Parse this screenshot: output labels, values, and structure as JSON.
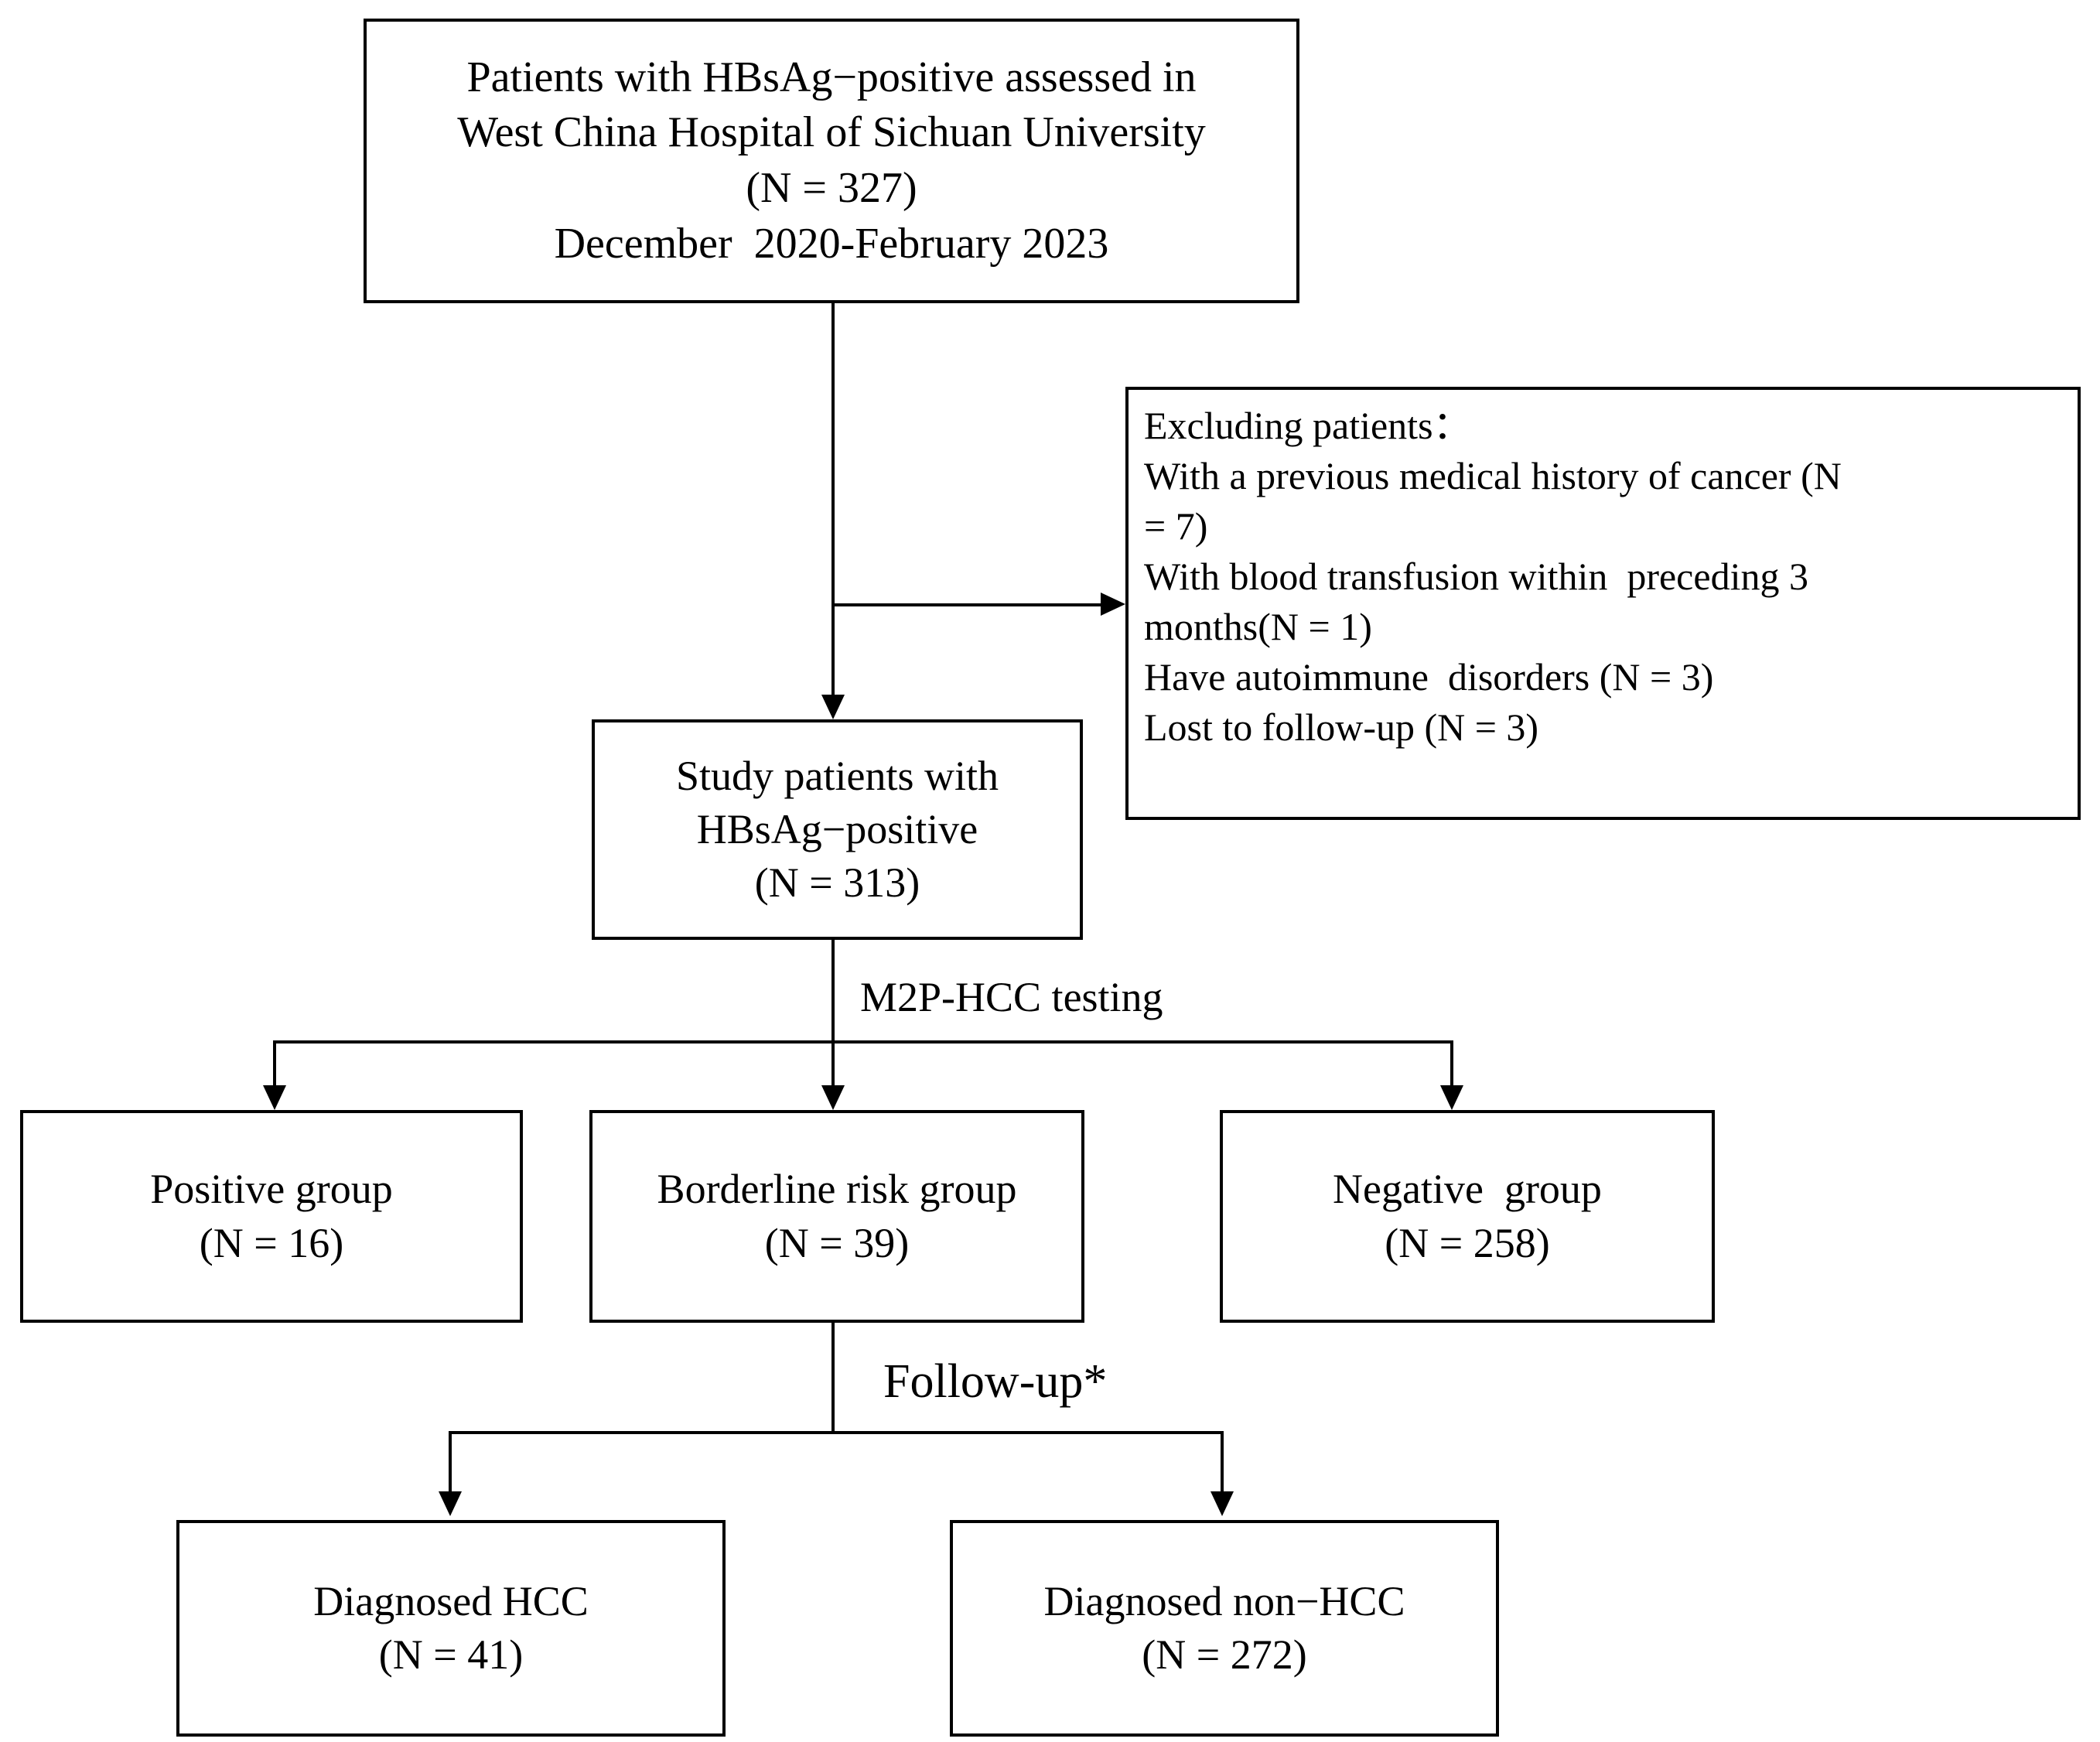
{
  "diagram": {
    "type": "flowchart",
    "title": "Patient enrollment and M2P-HCC testing flow",
    "nodes": {
      "enrolled": {
        "lines": [
          "Patients with HBsAg−positive assessed in",
          "West China Hospital of Sichuan University",
          "(N = 327)",
          "December  2020-February 2023"
        ]
      },
      "excluded": {
        "lines": [
          "Excluding patients：",
          "With a previous medical history of cancer (N",
          "= 7)",
          "With blood transfusion within  preceding 3",
          "months(N = 1)",
          "Have autoimmune  disorders (N = 3)",
          "Lost to follow-up (N = 3)"
        ]
      },
      "study": {
        "lines": [
          "Study patients with",
          "HBsAg−positive",
          "(N = 313)"
        ]
      },
      "positive_group": {
        "lines": [
          "Positive group",
          "(N = 16)"
        ]
      },
      "borderline_group": {
        "lines": [
          "Borderline risk group",
          "(N = 39)"
        ]
      },
      "negative_group": {
        "lines": [
          "Negative  group",
          "(N = 258)"
        ]
      },
      "diagnosed_hcc": {
        "lines": [
          "Diagnosed HCC",
          "(N = 41)"
        ]
      },
      "diagnosed_non_hcc": {
        "lines": [
          "Diagnosed non−HCC",
          "(N = 272)"
        ]
      }
    },
    "edge_labels": {
      "testing": "M2P-HCC testing",
      "followup": "Follow-up*"
    },
    "colors": {
      "stroke": "#000000",
      "fill": "#ffffff",
      "text": "#000000"
    }
  }
}
